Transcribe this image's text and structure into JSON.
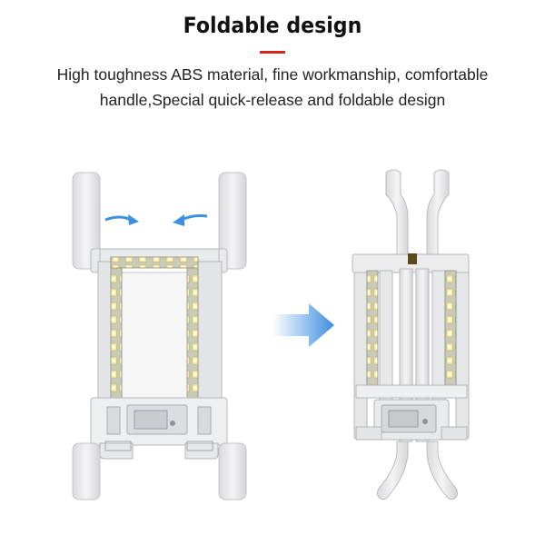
{
  "heading": {
    "title": "Foldable design",
    "accent_color": "#d32a20"
  },
  "description": "High toughness ABS material, fine workmanship, comfortable handle,Special quick-release and foldable design",
  "illustration": {
    "left_state": "unfolded landing gear with LED light strips",
    "right_state": "folded landing gear with LED light strips",
    "arrow_color": "#3d8fe0",
    "icons": [
      "fold-arrow-left-icon",
      "fold-arrow-right-icon",
      "transition-arrow-icon"
    ]
  }
}
